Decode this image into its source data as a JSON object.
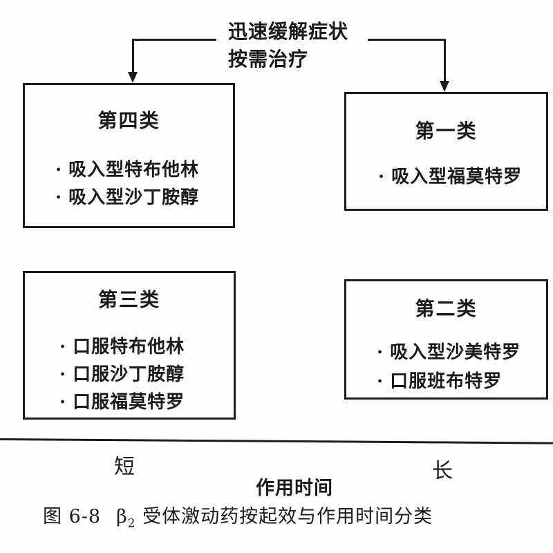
{
  "header": {
    "line1": "迅速缓解症状",
    "line2": "按需治疗"
  },
  "bullet_glyph": "·",
  "boxes": {
    "class4": {
      "title": "第四类",
      "items": [
        "吸入型特布他林",
        "吸入型沙丁胺醇"
      ]
    },
    "class1": {
      "title": "第一类",
      "items": [
        "吸入型福莫特罗"
      ]
    },
    "class3": {
      "title": "第三类",
      "items": [
        "口服特布他林",
        "口服沙丁胺醇",
        "口服福莫特罗"
      ]
    },
    "class2": {
      "title": "第二类",
      "items": [
        "吸入型沙美特罗",
        "口服班布特罗"
      ]
    }
  },
  "axis": {
    "left_label": "短",
    "right_label": "长",
    "title": "作用时间"
  },
  "caption": {
    "figure_label": "图 6-8",
    "beta": "β",
    "beta_sub": "2",
    "text": "受体激动药按起效与作用时间分类"
  },
  "colors": {
    "ink": "#1c1c1c",
    "background": "#fefefe"
  }
}
